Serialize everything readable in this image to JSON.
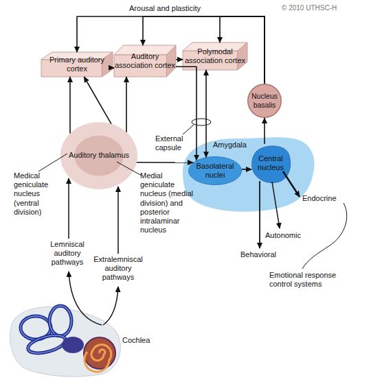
{
  "diagram": {
    "nodes": [
      {
        "text": [
          "Primary auditory cortex"
        ]
      },
      {
        "text": [
          "Auditory association cortex"
        ]
      },
      {
        "text": [
          "Polymodal association cortex"
        ]
      },
      {
        "text": [
          "Nucleus basalis"
        ]
      },
      {
        "text": [
          "Auditory thalamus"
        ]
      },
      {
        "text": [
          "Amygdala"
        ]
      },
      {
        "text": [
          "Basolateral nuclei"
        ],
        "in": 5
      },
      {
        "text": [
          "Central nucleus"
        ],
        "in": 5
      }
    ],
    "edges": [
      {
        "from": 4,
        "to": 0,
        "arrow": "to"
      },
      {
        "from": 4,
        "to": 0,
        "arrow": "to"
      },
      {
        "from": 4,
        "to": 1,
        "arrow": "to"
      },
      {
        "from": 4,
        "to": 6,
        "arrow": "to"
      },
      {
        "from": 0,
        "to": 1,
        "arrow": "to"
      },
      {
        "from": 1,
        "to": 2,
        "arrow": "to"
      },
      {
        "from": 1,
        "to": 6,
        "arrow": "to"
      },
      {
        "from": 2,
        "to": 6,
        "arrow": "both"
      },
      {
        "from": 6,
        "to": 7,
        "arrow": "to"
      },
      {
        "from": 7,
        "to": 3,
        "arrow": "to"
      },
      {
        "from": 3,
        "to": 0,
        "arrow": "to"
      },
      {
        "from": 3,
        "to": 1,
        "arrow": "to"
      },
      {
        "from": 3,
        "to": 2,
        "arrow": "to"
      }
    ],
    "labels": [
      "Arousal and plasticity",
      "© 2010 UTHSC-H",
      "External capsule",
      "Medical geniculate nucleus (ventral division)",
      "Medial geniculate nucleus (medial division) and posterior intralaminar nucleus",
      "Lemniscal auditory pathways",
      "Extralemniscal auditory pathways",
      "Endocrine",
      "Autonomic",
      "Behavioral",
      "Emotional response control systems",
      "Cochlea"
    ]
  }
}
